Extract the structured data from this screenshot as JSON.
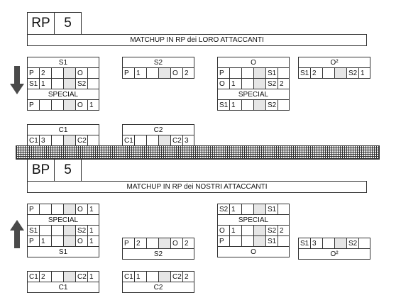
{
  "rp": {
    "label": "RP",
    "value": "5",
    "banner": "MATCHUP IN RP dei LORO ATTACCANTI",
    "blocks": {
      "s1": {
        "title": "S1",
        "row1": [
          "P",
          "2",
          "",
          "",
          "O",
          ""
        ],
        "row2": [
          "S1",
          "1",
          "",
          "",
          "S2",
          ""
        ],
        "special": "SPECIAL",
        "row3": [
          "P",
          "",
          "",
          "",
          "O",
          "1"
        ]
      },
      "s2": {
        "title": "S2",
        "row1": [
          "P",
          "1",
          "",
          "",
          "O",
          "2"
        ]
      },
      "o": {
        "title": "O",
        "row1": [
          "P",
          "",
          "",
          "",
          "S1",
          ""
        ],
        "row2": [
          "O",
          "1",
          "",
          "",
          "S2",
          "2"
        ],
        "special": "SPECIAL",
        "row3": [
          "S1",
          "1",
          "",
          "",
          "S2",
          ""
        ]
      },
      "o2": {
        "title": "O²",
        "row1": [
          "S1",
          "2",
          "",
          "",
          "S2",
          "1"
        ]
      },
      "c1": {
        "title": "C1",
        "row1": [
          "C1",
          "3",
          "",
          "",
          "C2",
          ""
        ]
      },
      "c2": {
        "title": "C2",
        "row1": [
          "C1",
          "",
          "",
          "",
          "C2",
          "3"
        ]
      }
    }
  },
  "bp": {
    "label": "BP",
    "value": "5",
    "banner": "MATCHUP IN RP dei NOSTRI ATTACCANTI",
    "blocks": {
      "s1": {
        "row1": [
          "P",
          "",
          "",
          "",
          "O",
          "1"
        ],
        "special": "SPECIAL",
        "row2": [
          "S1",
          "",
          "",
          "",
          "S2",
          "1"
        ],
        "row3": [
          "P",
          "1",
          "",
          "",
          "O",
          "1"
        ],
        "title": "S1"
      },
      "s2": {
        "row1": [
          "P",
          "2",
          "",
          "",
          "O",
          "2"
        ],
        "title": "S2"
      },
      "o": {
        "row1": [
          "S2",
          "1",
          "",
          "",
          "S1",
          ""
        ],
        "special": "SPECIAL",
        "row2": [
          "O",
          "1",
          "",
          "",
          "S2",
          "2"
        ],
        "row3": [
          "P",
          "",
          "",
          "",
          "S1",
          ""
        ],
        "title": "O"
      },
      "o2": {
        "row1": [
          "S1",
          "3",
          "",
          "",
          "S2",
          ""
        ],
        "title": "O²"
      },
      "c1": {
        "row1": [
          "C1",
          "2",
          "",
          "",
          "C2",
          "1"
        ],
        "title": "C1"
      },
      "c2": {
        "row1": [
          "C1",
          "1",
          "",
          "",
          "C2",
          "2"
        ],
        "title": "C2"
      }
    }
  },
  "icons": {
    "down_arrow": "arrow-down-icon",
    "up_arrow": "arrow-up-icon",
    "arrow_color": "#4a4a4a"
  }
}
